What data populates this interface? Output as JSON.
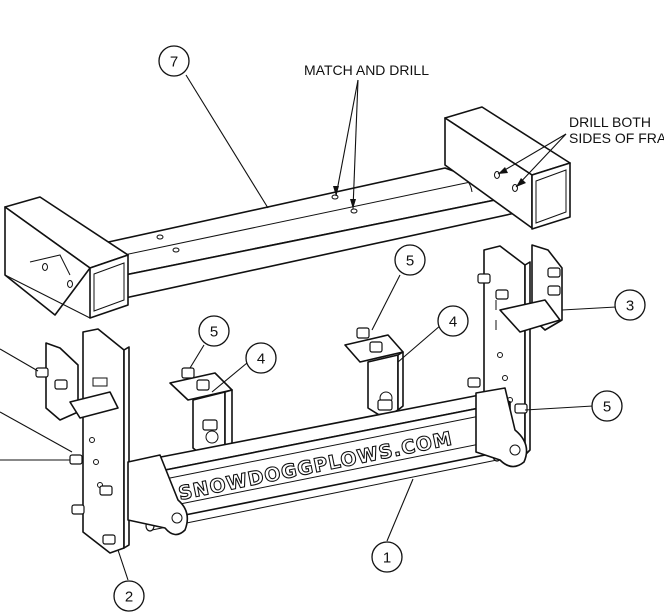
{
  "notes": {
    "match_drill": "MATCH AND DRILL",
    "drill_line1": "DRILL BOTH",
    "drill_line2": "SIDES OF FRAME"
  },
  "callouts": [
    {
      "id": "c7",
      "label": "7"
    },
    {
      "id": "c5-top",
      "label": "5"
    },
    {
      "id": "c3",
      "label": "3"
    },
    {
      "id": "c4-right",
      "label": "4"
    },
    {
      "id": "c5-left",
      "label": "5"
    },
    {
      "id": "c4-left",
      "label": "4"
    },
    {
      "id": "c5-right",
      "label": "5"
    },
    {
      "id": "c1",
      "label": "1"
    },
    {
      "id": "c2",
      "label": "2"
    }
  ],
  "crossbar_text": "SNOWDOGGPLOWS.COM"
}
